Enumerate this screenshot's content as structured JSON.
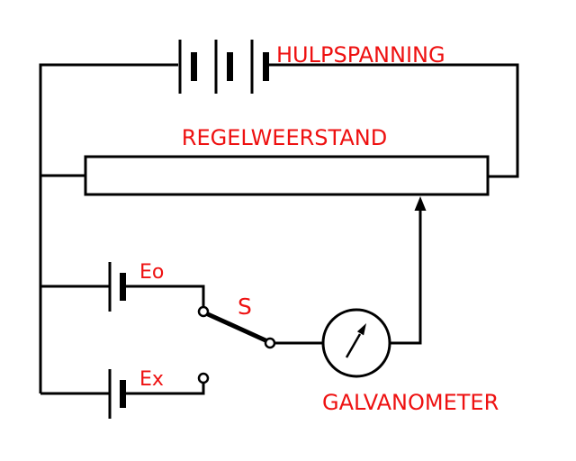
{
  "diagram": {
    "labels": {
      "supply": "HULPSPANNING",
      "rheostat": "REGELWEERSTAND",
      "cell_eo": "Eo",
      "switch": "S",
      "cell_ex": "Ex",
      "meter": "GALVANOMETER"
    },
    "colors": {
      "label_red": "#ee1111",
      "line_black": "#000000",
      "background": "#ffffff"
    }
  }
}
